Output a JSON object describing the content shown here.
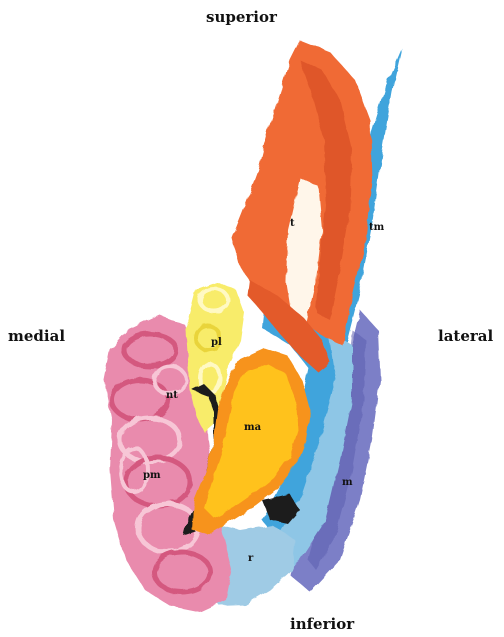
{
  "orientation": {
    "superior": "superior",
    "inferior": "inferior",
    "medial": "medial",
    "lateral": "lateral"
  },
  "parts": {
    "t": "t",
    "tm": "tm",
    "pl": "pl",
    "nt": "nt",
    "ma": "ma",
    "pm": "pm",
    "m": "m",
    "r": "r"
  },
  "colors": {
    "temporalis": "#f06a35",
    "temporalis_dark": "#c83f1c",
    "tendon_white": "#fff6ea",
    "blue": "#3fa4dc",
    "light_blue": "#8ec6e6",
    "purple": "#7c7fc7",
    "pink": "#e07aa0",
    "yellow": "#f8ec6a",
    "orange": "#f7931e",
    "gold": "#ffc21a",
    "black": "#1b1b1b"
  }
}
